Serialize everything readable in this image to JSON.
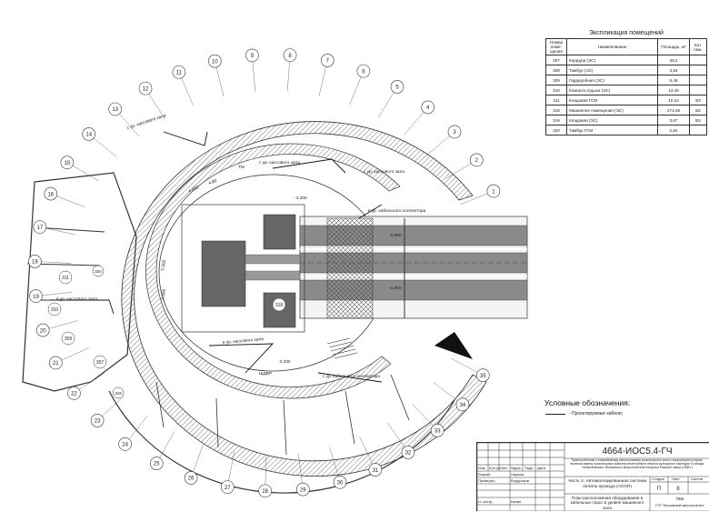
{
  "explication": {
    "title": "Экспликация помещений",
    "headers": [
      "Номер поме-щения",
      "Наименование",
      "Площадь, м²",
      "Кат. пом."
    ],
    "rows": [
      [
        "307",
        "Коридор (ЭС)",
        "48,2",
        ""
      ],
      [
        "308",
        "Тамбур (ЭС)",
        "3,84",
        ""
      ],
      [
        "309",
        "Гардеробная (ЭС)",
        "8,46",
        ""
      ],
      [
        "310",
        "Комната отдыха (ЭС)",
        "13,45",
        ""
      ],
      [
        "311",
        "Кладовая ГСМ",
        "10,34",
        "В3"
      ],
      [
        "318",
        "Машинное помещения (ЭС)",
        "273,48",
        "В2"
      ],
      [
        "319",
        "Кладовая (ЭС)",
        "3,67",
        "В4"
      ],
      [
        "320",
        "Тамбур ГСМ",
        "2,84",
        ""
      ]
    ]
  },
  "legend": {
    "title": "Условные обозначения:",
    "item_label": "- Проектируемые кабели;"
  },
  "axes": [
    "1",
    "2",
    "3",
    "4",
    "5",
    "6",
    "7",
    "8",
    "9",
    "10",
    "11",
    "12",
    "13",
    "14",
    "15",
    "16",
    "17",
    "18",
    "19",
    "20",
    "21",
    "22",
    "23",
    "24",
    "25",
    "26",
    "27",
    "28",
    "29",
    "30",
    "31",
    "32",
    "33",
    "34",
    "35"
  ],
  "room_labels": [
    "311",
    "310",
    "309",
    "307",
    "320",
    "319",
    "318"
  ],
  "annotations": {
    "kass1": "с ур. кассового зала",
    "kass2": "с ур. кассового зала",
    "kass3": "с ур. кассового зала",
    "kass4": "в ур. кассового зала",
    "kass5": "в ур. кассового зала",
    "kab1": "в ур. кабельного коллектора",
    "kab2": "с ур. кабельного коллектора",
    "elev1": "-3.200",
    "elev2": "-3.200",
    "elev3": "-2.900",
    "elev4": "-2.900",
    "shdr": "ШДВР",
    "tm": "ТМ",
    "d1": "4.800",
    "d2": "4.80",
    "d3": "2.500",
    "d4": "2.500"
  },
  "title_block": {
    "code": "4664-ИОС5.4-ГЧ",
    "description": "Приспособление к современному использованию эскалаторного зала и эскалаторного спуска, включая замену эскалаторных комплексов вестибюля объекта культурного наследия «Станция «Алексеевская» Московского метрополитена Калужско-Рижской линии (1958 г.)",
    "part": "Часть 4. Автоматизированная система оплаты проезда (АСОП)",
    "sheet_title": "План расположения оборудования и кабельных трасс в уровне машинного зала",
    "col_headers": [
      "Изм.",
      "Кол.уч.",
      "Лист",
      "№док.",
      "Подп.",
      "Дата"
    ],
    "roles": [
      {
        "role": "Разраб.",
        "name": "Наумов"
      },
      {
        "role": "Проверил",
        "name": "Бердников"
      },
      {
        "role": "Н. контр.",
        "name": "Канин"
      }
    ],
    "stage_h": "Стадия",
    "sheet_h": "Лист",
    "sheets_h": "Листов",
    "stage": "П",
    "sheet": "8",
    "org1": "ПКБ",
    "org2": "ГУП \"Московский метрополитен\""
  }
}
